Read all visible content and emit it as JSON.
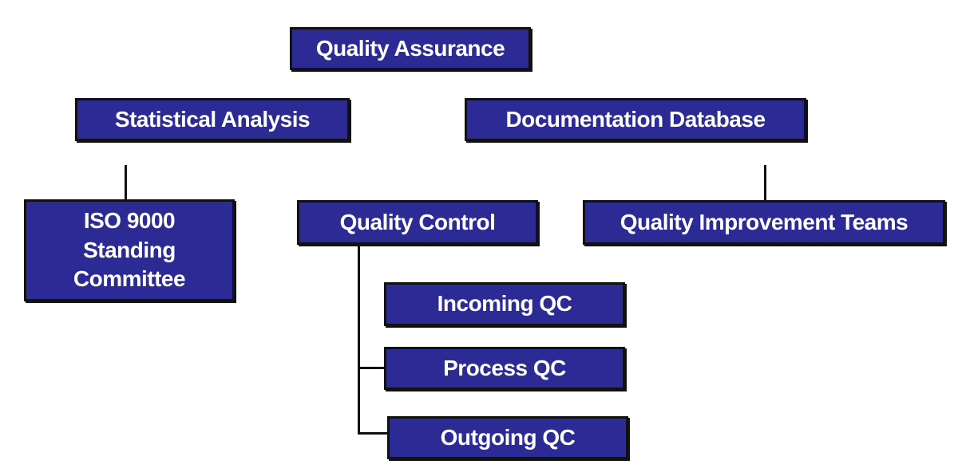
{
  "diagram": {
    "colors": {
      "box_fill": "#2c2a94",
      "box_border": "#111111",
      "box_text": "#ffffff",
      "connector": "#111111",
      "background": "#ffffff"
    },
    "nodes": {
      "quality_assurance": "Quality Assurance",
      "statistical_analysis": "Statistical Analysis",
      "documentation_database": "Documentation Database",
      "iso_9000_committee": "ISO 9000\nStanding\nCommittee",
      "quality_control": "Quality Control",
      "quality_improvement_teams": "Quality Improvement Teams",
      "incoming_qc": "Incoming QC",
      "process_qc": "Process QC",
      "outgoing_qc": "Outgoing QC"
    }
  }
}
